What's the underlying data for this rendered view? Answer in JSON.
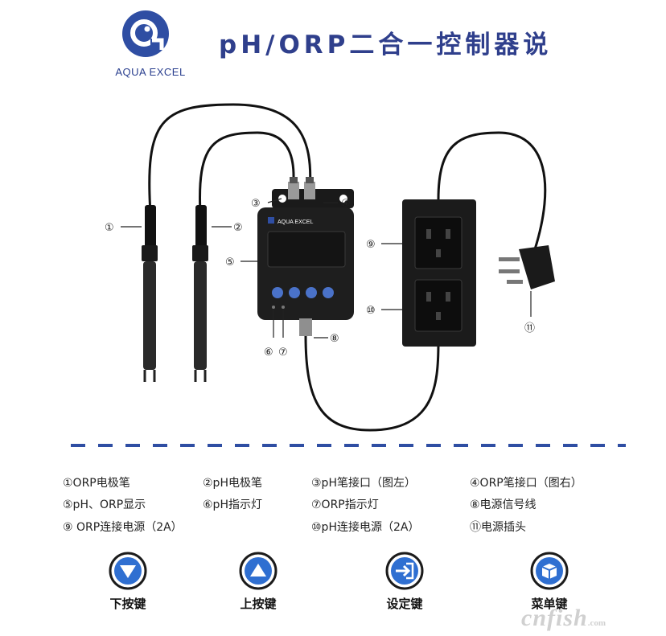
{
  "header": {
    "brand": "AQUA EXCEL",
    "title": "pH/ORP二合一控制器说"
  },
  "colors": {
    "brand_blue": "#2f4ea3",
    "divider_blue": "#2f4ea3",
    "device_body": "#1e1e1e"
  },
  "callouts": [
    "①",
    "②",
    "③",
    "④",
    "⑤",
    "⑥",
    "⑦",
    "⑧",
    "⑨",
    "⑩",
    "⑪"
  ],
  "device": {
    "brand_label": "AQUA EXCEL"
  },
  "legend": {
    "row1": [
      "①ORP电极笔",
      "②pH电极笔",
      "③pH笔接口（图左）",
      "④ORP笔接口（图右）"
    ],
    "row2": [
      "⑤pH、ORP显示",
      "⑥pH指示灯",
      "⑦ORP指示灯",
      "⑧电源信号线"
    ],
    "row3": [
      "⑨ ORP连接电源（2A）",
      "⑩pH连接电源（2A）",
      "⑪电源插头"
    ]
  },
  "keys": [
    {
      "icon": "down-triangle-icon",
      "label": "下按键"
    },
    {
      "icon": "up-triangle-icon",
      "label": "上按键"
    },
    {
      "icon": "enter-arrow-icon",
      "label": "设定键"
    },
    {
      "icon": "menu-box-icon",
      "label": "菜单键"
    }
  ],
  "watermark": {
    "text": "cnfish",
    "suffix": ".com"
  }
}
